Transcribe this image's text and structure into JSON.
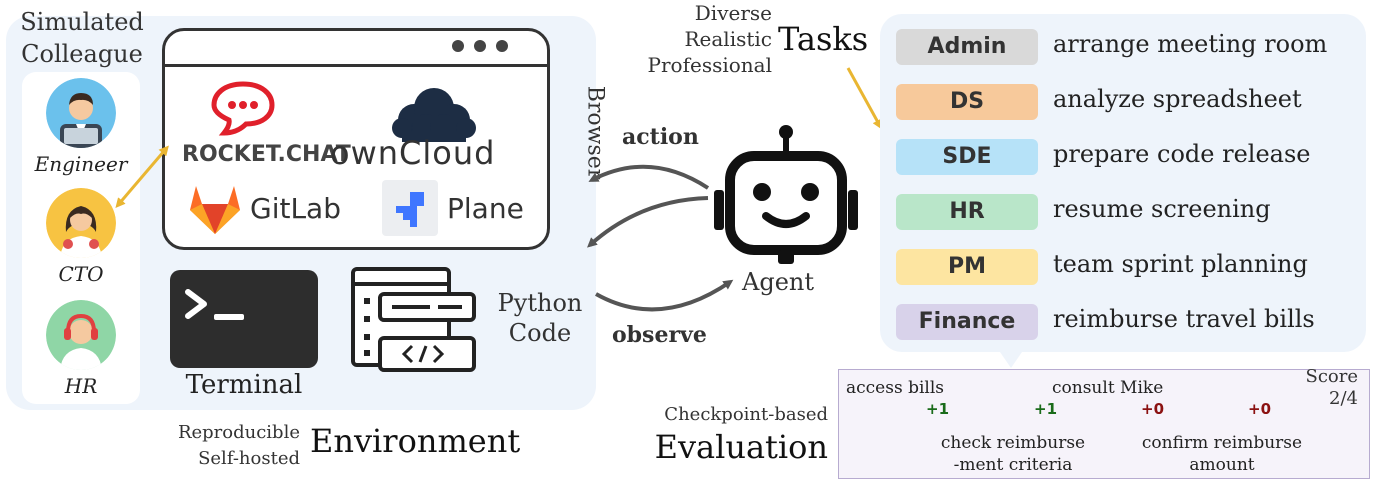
{
  "environment": {
    "title": "Environment",
    "subtitle_line1": "Reproducible",
    "subtitle_line2": "Self-hosted",
    "browser_label": "Browser",
    "terminal_label": "Terminal",
    "python_label_line1": "Python",
    "python_label_line2": "Code",
    "apps": {
      "rocketchat": "ROCKET.CHAT",
      "owncloud": "ownCloud",
      "gitlab": "GitLab",
      "plane": "Plane"
    }
  },
  "colleagues": {
    "title_line1": "Simulated",
    "title_line2": "Colleague",
    "roles": [
      "Engineer",
      "CTO",
      "HR"
    ]
  },
  "agent": {
    "label": "Agent",
    "action_label": "action",
    "observe_label": "observe"
  },
  "tasks": {
    "title": "Tasks",
    "descriptor_line1": "Diverse",
    "descriptor_line2": "Realistic",
    "descriptor_line3": "Professional",
    "items": [
      {
        "category": "Admin",
        "description": "arrange meeting room",
        "color": "#d9d9d9"
      },
      {
        "category": "DS",
        "description": "analyze spreadsheet",
        "color": "#f7c99b"
      },
      {
        "category": "SDE",
        "description": "prepare code release",
        "color": "#b6e2f8"
      },
      {
        "category": "HR",
        "description": "resume screening",
        "color": "#b9e6c9"
      },
      {
        "category": "PM",
        "description": "team sprint planning",
        "color": "#fde5a1"
      },
      {
        "category": "Finance",
        "description": "reimburse travel bills",
        "color": "#d8d2ea"
      }
    ]
  },
  "evaluation": {
    "title_line1": "Checkpoint-based",
    "title_line2": "Evaluation",
    "score_label": "Score",
    "score_value": "2/4",
    "checkpoints": [
      {
        "label": "access bills",
        "delta": "+1",
        "status": "passed"
      },
      {
        "label_line1": "check reimburse",
        "label_line2": "-ment criteria",
        "delta": "+1",
        "status": "passed"
      },
      {
        "label": "consult Mike",
        "delta": "+0",
        "status": "failed"
      },
      {
        "label_line1": "confirm reimburse",
        "label_line2": "amount",
        "delta": "+0",
        "status": "failed"
      }
    ]
  },
  "colors": {
    "panel_bg": "#eef4fb",
    "arrow_gold": "#e9b632",
    "passed": "#2e7d1e",
    "failed": "#8b1111",
    "eval_border": "#b7abd0"
  }
}
